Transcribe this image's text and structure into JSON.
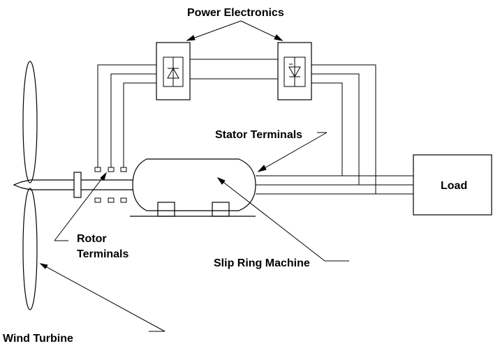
{
  "labels": {
    "power_electronics": "Power Electronics",
    "stator_terminals": "Stator Terminals",
    "load": "Load",
    "rotor_terminals_line1": "Rotor",
    "rotor_terminals_line2": "Terminals",
    "slip_ring_machine": "Slip Ring Machine",
    "wind_turbine": "Wind Turbine"
  },
  "colors": {
    "line": "#000000",
    "background": "#ffffff"
  }
}
